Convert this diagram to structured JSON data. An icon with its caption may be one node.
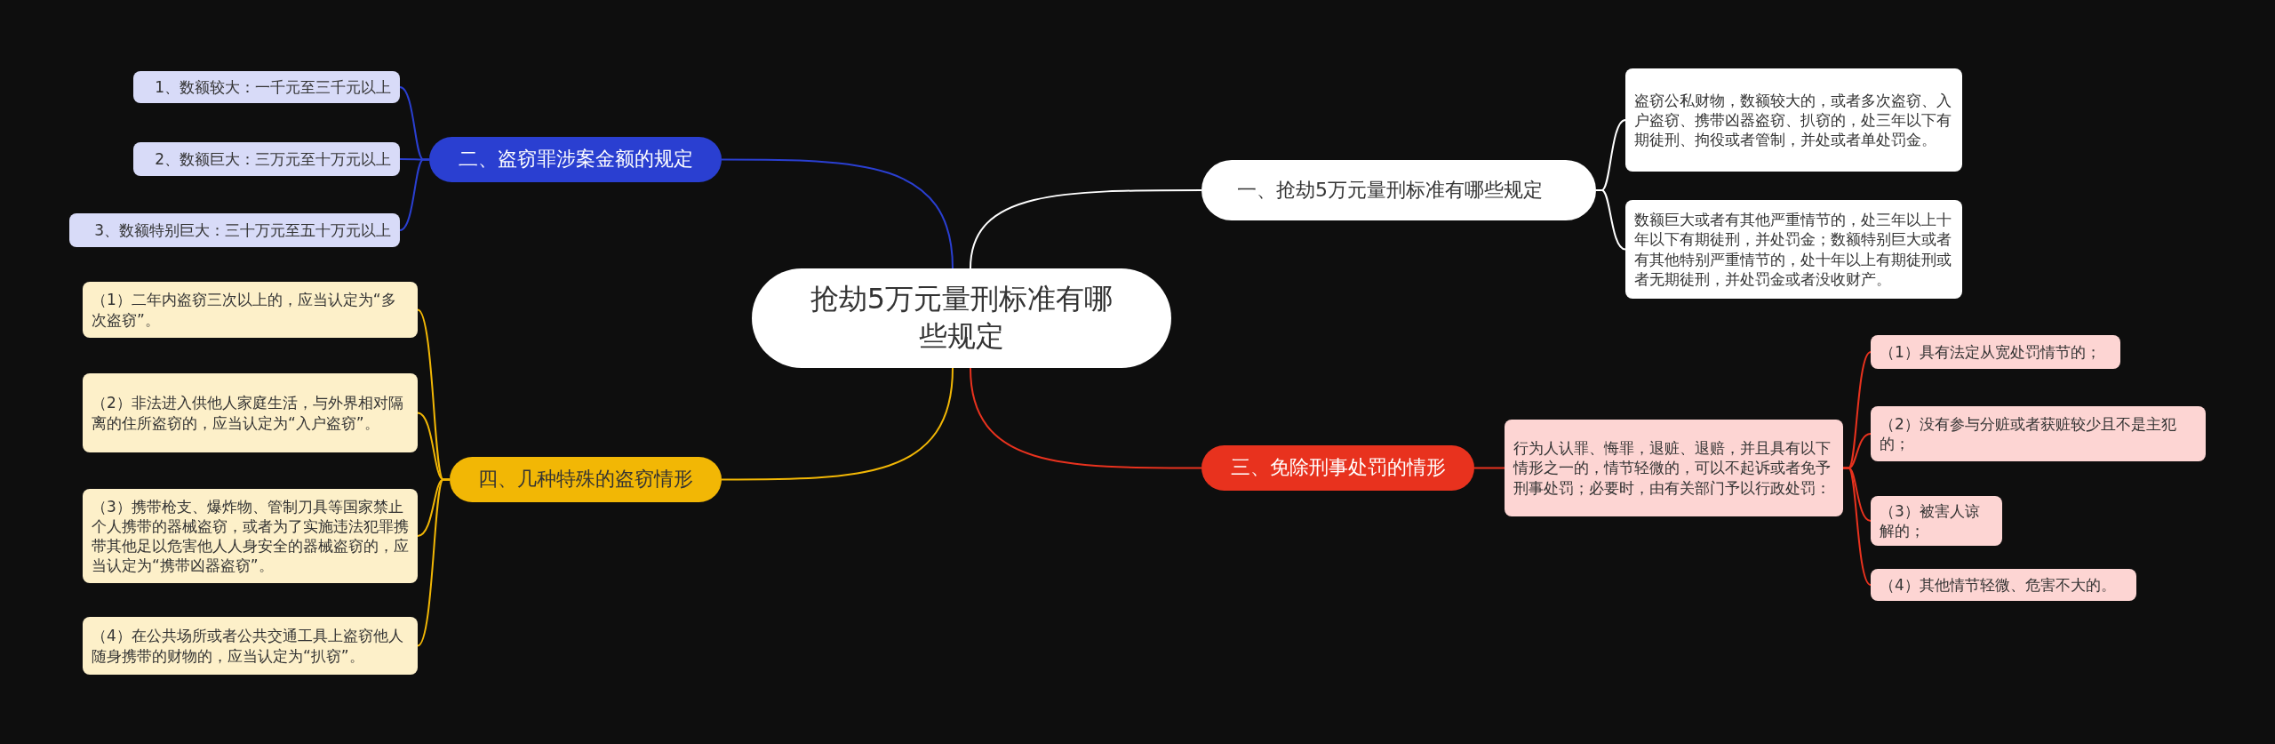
{
  "diagram": {
    "nodes": [
      {
        "text": [
          "抢劫5万元量刑标准有哪些规定"
        ]
      },
      {
        "text": [
          "一、抢劫5万元量刑标准有哪些规定"
        ]
      },
      {
        "text": [
          "盗窃公私财物，数额较大的，或者多次盗窃、入户盗窃、携带凶器盗窃、扒窃的，处三年以下有期徒刑、拘役或者管制，并处或者单处罚金。"
        ]
      },
      {
        "text": [
          "数额巨大或者有其他严重情节的，处三年以上十年以下有期徒刑，并处罚金；数额特别巨大或者有其他特别严重情节的，处十年以上有期徒刑或者无期徒刑，并处罚金或者没收财产。"
        ]
      },
      {
        "text": [
          "三、免除刑事处罚的情形"
        ]
      },
      {
        "text": [
          "行为人认罪、悔罪，退赃、退赔，并且具有以下情形之一的，情节轻微的，可以不起诉或者免予刑事处罚；必要时，由有关部门予以行政处罚："
        ]
      },
      {
        "text": [
          "（1）具有法定从宽处罚情节的；"
        ]
      },
      {
        "text": [
          "（2）没有参与分赃或者获赃较少且不是主犯的；"
        ]
      },
      {
        "text": [
          "（3）被害人谅解的；"
        ]
      },
      {
        "text": [
          "（4）其他情节轻微、危害不大的。"
        ]
      },
      {
        "text": [
          "二、盗窃罪涉案金额的规定"
        ]
      },
      {
        "text": [
          "1、数额较大：一千元至三千元以上"
        ]
      },
      {
        "text": [
          "2、数额巨大：三万元至十万元以上"
        ]
      },
      {
        "text": [
          "3、数额特别巨大：三十万元至五十万元以上"
        ]
      },
      {
        "text": [
          "四、几种特殊的盗窃情形"
        ]
      },
      {
        "text": [
          "（1）二年内盗窃三次以上的，应当认定为“多次盗窃”。"
        ]
      },
      {
        "text": [
          "（2）非法进入供他人家庭生活，与外界相对隔离的住所盗窃的，应当认定为“入户盗窃”。"
        ]
      },
      {
        "text": [
          "（3）携带枪支、爆炸物、管制刀具等国家禁止个人携带的器械盗窃，或者为了实施违法犯罪携带其他足以危害他人人身安全的器械盗窃的，应当认定为“携带凶器盗窃”。"
        ]
      },
      {
        "text": [
          "（4）在公共场所或者公共交通工具上盗窃他人随身携带的财物的，应当认定为“扒窃”。"
        ]
      }
    ],
    "edges": [
      {
        "from": 0,
        "to": 1,
        "arrow": "none",
        "color": "#ffffff"
      },
      {
        "from": 1,
        "to": 2,
        "arrow": "none",
        "color": "#ffffff"
      },
      {
        "from": 1,
        "to": 3,
        "arrow": "none",
        "color": "#ffffff"
      },
      {
        "from": 0,
        "to": 4,
        "arrow": "none"
      },
      {
        "from": 4,
        "to": 5,
        "arrow": "none"
      },
      {
        "from": 5,
        "to": 6,
        "arrow": "none"
      },
      {
        "from": 5,
        "to": 7,
        "arrow": "none"
      },
      {
        "from": 5,
        "to": 8,
        "arrow": "none"
      },
      {
        "from": 5,
        "to": 9,
        "arrow": "none"
      },
      {
        "from": 0,
        "to": 10,
        "arrow": "none",
        "color": "#2a3fd1"
      },
      {
        "from": 10,
        "to": 11,
        "arrow": "none",
        "color": "#2a3fd1"
      },
      {
        "from": 10,
        "to": 12,
        "arrow": "none",
        "color": "#2a3fd1"
      },
      {
        "from": 10,
        "to": 13,
        "arrow": "none",
        "color": "#2a3fd1"
      },
      {
        "from": 0,
        "to": 14,
        "arrow": "none",
        "color": "#f2b705"
      },
      {
        "from": 14,
        "to": 15,
        "arrow": "none",
        "color": "#f2b705"
      },
      {
        "from": 14,
        "to": 16,
        "arrow": "none",
        "color": "#f2b705"
      },
      {
        "from": 14,
        "to": 17,
        "arrow": "none",
        "color": "#f2b705"
      },
      {
        "from": 14,
        "to": 18,
        "arrow": "none",
        "color": "#f2b705"
      }
    ]
  }
}
